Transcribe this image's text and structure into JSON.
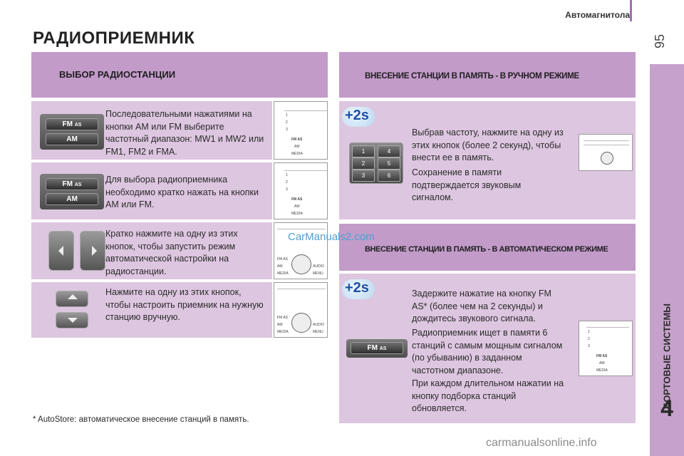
{
  "header": {
    "section": "Автомагнитола",
    "page_number": "95"
  },
  "title": "РАДИОПРИЕМНИК",
  "side_tab": {
    "label": "БОРТОВЫЕ СИСТЕМЫ",
    "chapter": "4"
  },
  "left": {
    "heading": "ВЫБОР РАДИОСТАНЦИИ",
    "items": [
      "Последовательными нажатиями на кнопки AM или FM выберите частотный диапазон: MW1 и MW2 или FM1, FM2 и FMA.",
      "Для выбора радиоприемника необходимо кратко нажать на кнопки AM или FM.",
      "Кратко нажмите на одну из этих кнопок, чтобы запустить режим автоматической настройки на радиостанции.",
      "Нажмите на одну из этих кнопок, чтобы настроить приемник на нужную станцию вручную."
    ],
    "button_labels": {
      "fm_as": "FM",
      "as": "AS",
      "am": "AM"
    }
  },
  "right": {
    "manual_heading": "ВНЕСЕНИЕ СТАНЦИИ В ПАМЯТЬ - В РУЧНОМ РЕЖИМЕ",
    "manual_p1": "Выбрав частоту, нажмите на одну из этих кнопок (более 2 секунд), чтобы внести ее в память.",
    "manual_p2": "Сохранение в памяти подтверждается звуковым сигналом.",
    "auto_heading": "ВНЕСЕНИЕ СТАНЦИИ В ПАМЯТЬ - В АВТОМАТИЧЕСКОМ РЕЖИМЕ",
    "auto_p1": "Задержите нажатие на кнопку FM AS* (более чем на 2 секунды) и дождитесь звукового сигнала.",
    "auto_p2": "Радиоприемник ищет в памяти 6 станций с самым мощным сигналом (по убыванию) в заданном частотном диапазоне.",
    "auto_p3": "При каждом длительном нажатии на кнопку подборка станций обновляется.",
    "hold_badge": "+2s",
    "presets": [
      "1",
      "4",
      "2",
      "5",
      "3",
      "6"
    ]
  },
  "panel_labels": {
    "fm_as": "FM AS",
    "am": "AM",
    "media": "MEDIA",
    "audio": "AUDIO",
    "menu": "MENU"
  },
  "footnote": "* AutoStore: автоматическое внесение станций в память.",
  "watermarks": {
    "top": "CarManuals2.com",
    "bottom": "carmanualsonline.info"
  },
  "colors": {
    "heading_bg": "#c29bc9",
    "box_bg": "#ddc6e0",
    "side_tab": "#c6a1cb",
    "badge_text": "#1b4fa6"
  }
}
